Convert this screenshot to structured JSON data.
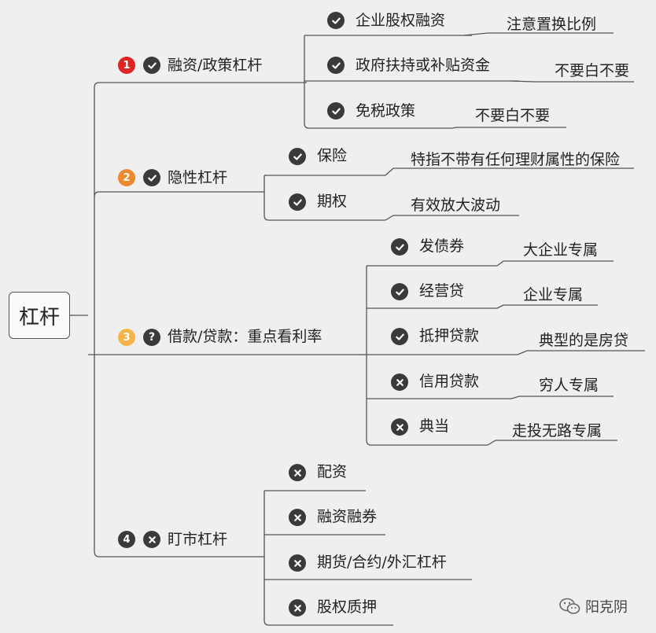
{
  "root": "杠杆",
  "branches": [
    {
      "marker": "1",
      "status": "check",
      "label": "融资/政策杠杆",
      "children": [
        {
          "status": "check",
          "label": "企业股权融资",
          "note": "注意置换比例"
        },
        {
          "status": "check",
          "label": "政府扶持或补贴资金",
          "note": "不要白不要"
        },
        {
          "status": "check",
          "label": "免税政策",
          "note": "不要白不要"
        }
      ]
    },
    {
      "marker": "2",
      "status": "check",
      "label": "隐性杠杆",
      "children": [
        {
          "status": "check",
          "label": "保险",
          "note": "特指不带有任何理财属性的保险"
        },
        {
          "status": "check",
          "label": "期权",
          "note": "有效放大波动"
        }
      ]
    },
    {
      "marker": "3",
      "status": "question",
      "label": "借款/贷款：重点看利率",
      "children": [
        {
          "status": "check",
          "label": "发债券",
          "note": "大企业专属"
        },
        {
          "status": "check",
          "label": "经营贷",
          "note": "企业专属"
        },
        {
          "status": "check",
          "label": "抵押贷款",
          "note": "典型的是房贷"
        },
        {
          "status": "cross",
          "label": "信用贷款",
          "note": "穷人专属"
        },
        {
          "status": "cross",
          "label": "典当",
          "note": "走投无路专属"
        }
      ]
    },
    {
      "marker": "4",
      "status": "cross",
      "label": "盯市杠杆",
      "children": [
        {
          "status": "cross",
          "label": "配资"
        },
        {
          "status": "cross",
          "label": "融资融券"
        },
        {
          "status": "cross",
          "label": "期货/合约/外汇杠杆"
        },
        {
          "status": "cross",
          "label": "股权质押"
        }
      ]
    }
  ],
  "watermark": "阳克阴"
}
